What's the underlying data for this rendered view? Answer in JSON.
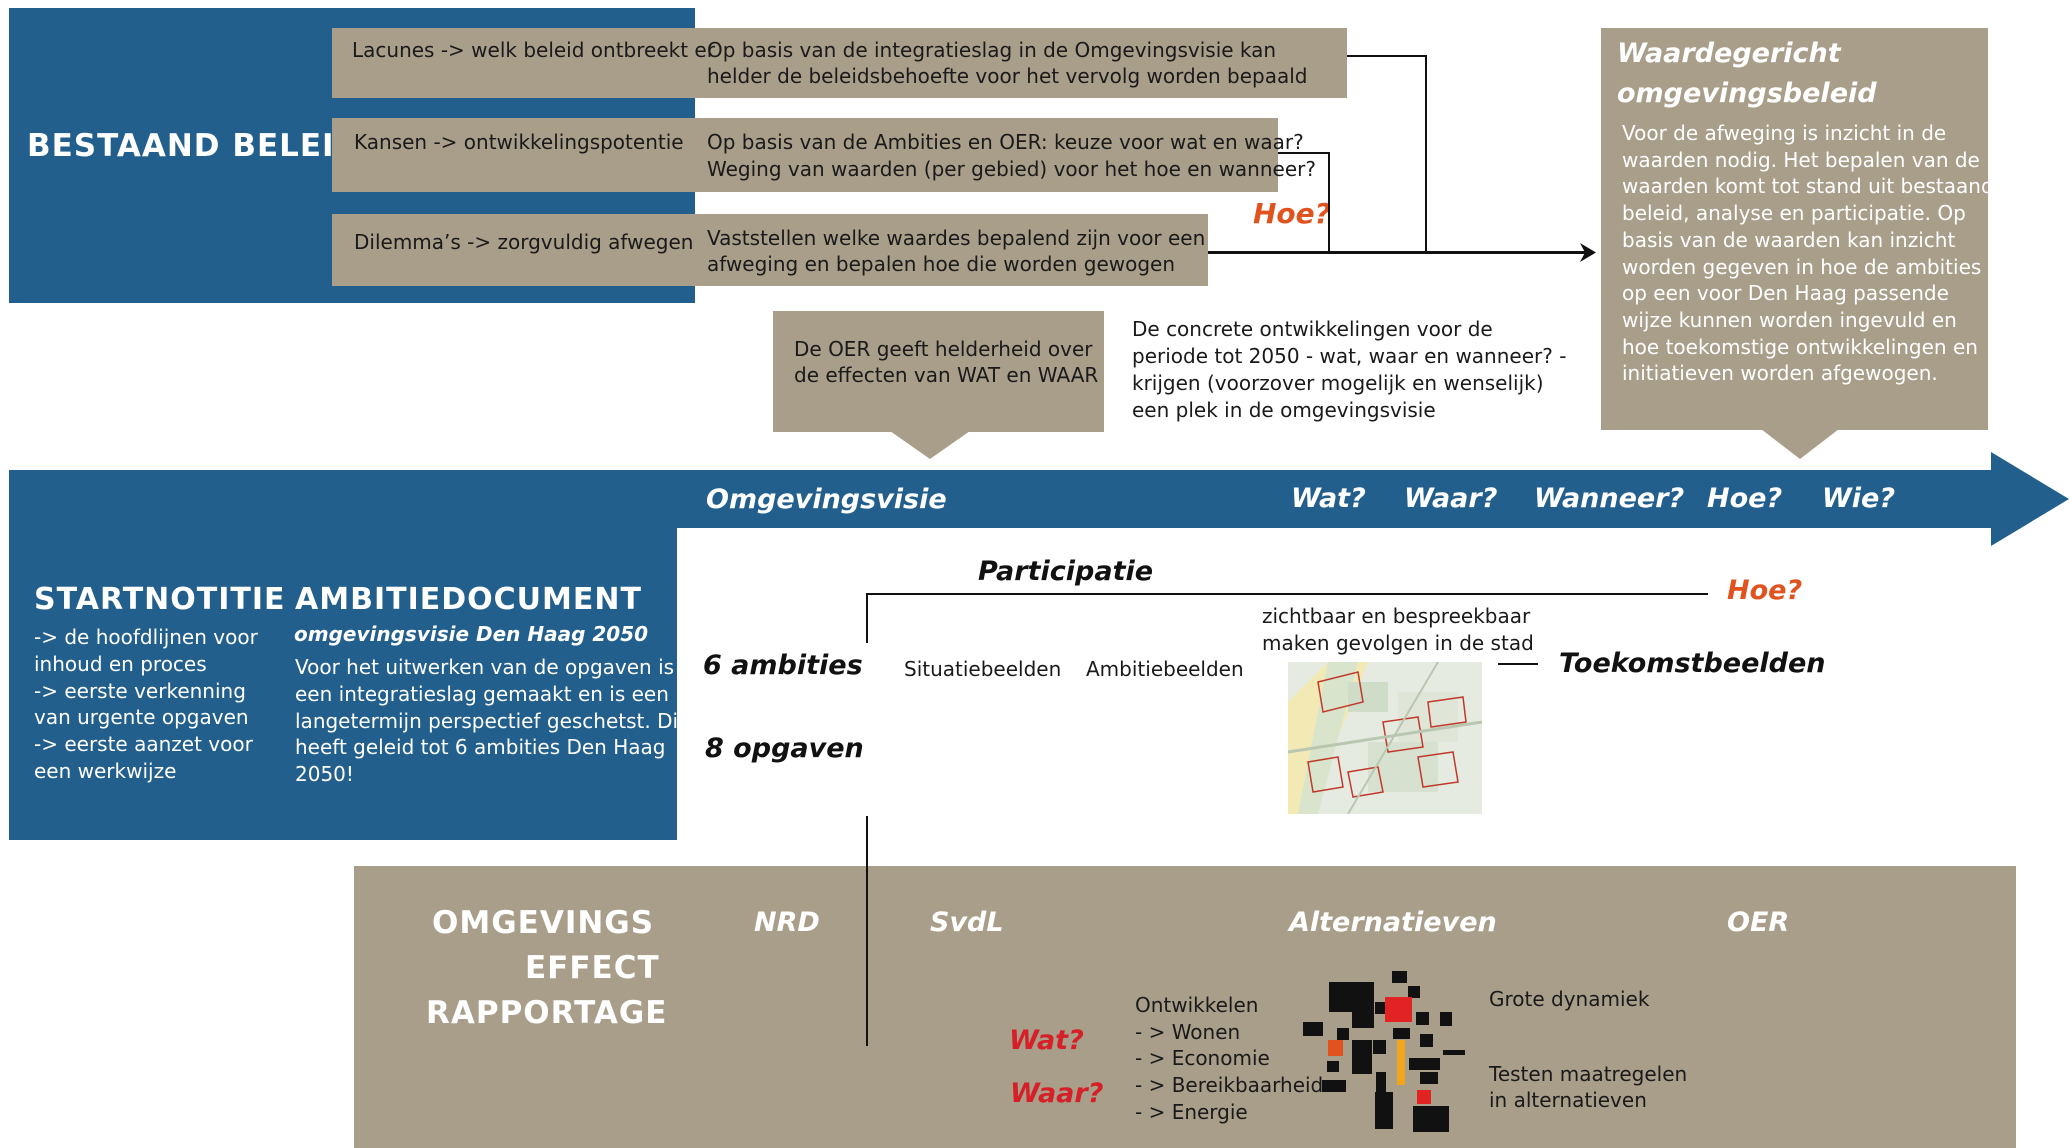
{
  "top": {
    "title": "BESTAAND BELEID",
    "rows": [
      {
        "label": "Lacunes -> welk beleid ontbreekt er",
        "text1": "Op basis van de integratieslag in de Omgevingsvisie kan",
        "text2": "helder de beleidsbehoefte voor het vervolg worden bepaald"
      },
      {
        "label": "Kansen -> ontwikkelingspotentie",
        "text1": "Op basis van de Ambities en OER: keuze voor wat en waar?",
        "text2": "Weging van waarden (per gebied) voor het hoe en wanneer?"
      },
      {
        "label": "Dilemma’s -> zorgvuldig afwegen",
        "text1": "Vaststellen welke waardes bepalend zijn voor een",
        "text2": "afweging en bepalen hoe die worden gewogen"
      }
    ],
    "hoe": "Hoe?"
  },
  "waarde": {
    "title1": "Waardegericht",
    "title2": "omgevingsbeleid",
    "lines": [
      "Voor de afweging is inzicht in de",
      "waarden nodig. Het bepalen van de",
      "waarden komt tot stand uit bestaand",
      "beleid, analyse en participatie. Op",
      "basis van de waarden kan inzicht",
      "worden gegeven in hoe de ambities",
      "op een voor Den Haag passende",
      "wijze kunnen worden ingevuld en",
      "hoe toekomstige ontwikkelingen en",
      "initiatieven worden afgewogen."
    ]
  },
  "oer_callout": {
    "line1": "De OER geeft helderheid over",
    "line2": "de effecten van WAT en WAAR"
  },
  "concrete": {
    "lines": [
      "De concrete ontwikkelingen voor de",
      "periode tot 2050 - wat, waar en wanneer? -",
      "krijgen (voorzover mogelijk en wenselijk)",
      "een plek in de omgevingsvisie"
    ]
  },
  "arrow": {
    "title": "Omgevingsvisie",
    "questions": [
      "Wat?",
      "Waar?",
      "Wanneer?",
      "Hoe?",
      "Wie?"
    ]
  },
  "start": {
    "title": "STARTNOTITIE",
    "lines": [
      "-> de hoofdlijnen voor",
      "inhoud en proces",
      "-> eerste verkenning",
      "van urgente opgaven",
      "-> eerste aanzet voor",
      "een werkwijze"
    ]
  },
  "ambitie": {
    "title": "AMBITIEDOCUMENT",
    "subtitle": "omgevingsvisie Den Haag 2050",
    "lines": [
      "Voor het uitwerken van de opgaven is",
      "een integratieslag gemaakt en is een",
      "langetermijn perspectief geschetst. Dit",
      "heeft geleid tot 6 ambities Den Haag",
      "2050!"
    ]
  },
  "middle": {
    "participatie": "Participatie",
    "hoe": "Hoe?",
    "ambities": "6 ambities",
    "opgaven": "8 opgaven",
    "situatie": "Situatiebeelden",
    "ambitiebeelden": "Ambitiebeelden",
    "zicht1": "zichtbaar en bespreekbaar",
    "zicht2": "maken gevolgen in de stad",
    "toekomst": "Toekomstbeelden"
  },
  "oer": {
    "title1": "OMGEVINGS",
    "title2": "EFFECT",
    "title3": "RAPPORTAGE",
    "nrd": "NRD",
    "svdl": "SvdL",
    "alternatieven": "Alternatieven",
    "oer": "OER",
    "wat": "Wat?",
    "waar": "Waar?",
    "ontwikkelen": [
      "Ontwikkelen",
      "- > Wonen",
      "- > Economie",
      "- > Bereikbaarheid",
      "- > Energie"
    ],
    "grote": "Grote dynamiek",
    "testen1": "Testen maatregelen",
    "testen2": "in alternatieven"
  },
  "colors": {
    "blue": "#225f8c",
    "tan": "#a89e8a",
    "orange": "#e0521e",
    "red": "#d61f26"
  }
}
